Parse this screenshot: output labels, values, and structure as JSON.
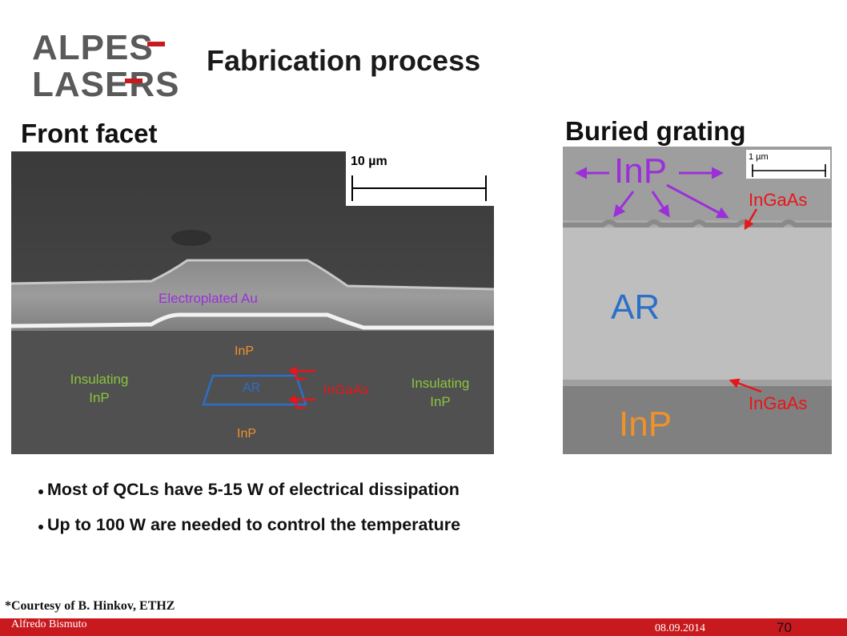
{
  "logo": {
    "line1": "ALPES",
    "line2": "LASERS",
    "color": "#5a5a5a",
    "accent": "#c8191e"
  },
  "title": "Fabrication process",
  "front_facet": {
    "heading": "Front facet",
    "scale_label": "10 µm",
    "electroplated_label": "Electroplated Au",
    "inp_top_label": "InP",
    "insulating_left_line1": "Insulating",
    "insulating_left_line2": "InP",
    "insulating_right_line1": "Insulating",
    "insulating_right_line2": "InP",
    "ar_label": "AR",
    "ingaas_label": "InGaAs",
    "inp_bottom_label": "InP"
  },
  "buried_grating": {
    "heading": "Buried grating",
    "scale_label": "1 µm",
    "inp_top_label": "InP",
    "ingaas_top_label": "InGaAs",
    "ar_label": "AR",
    "ingaas_bottom_label": "InGaAs",
    "inp_bottom_label": "InP"
  },
  "bullets": [
    "Most of QCLs have 5-15 W of electrical dissipation",
    "Up to 100 W are needed to control the temperature"
  ],
  "credit": "*Courtesy of B. Hinkov, ETHZ",
  "footer": {
    "author": "Alfredo Bismuto",
    "date": "08.09.2014",
    "page": "70"
  },
  "colors": {
    "footer_bar": "#c8191e",
    "purple": "#9b30d9",
    "orange": "#f0922a",
    "green": "#8ac43f",
    "blue": "#2b70c8",
    "red": "#e8151a"
  }
}
